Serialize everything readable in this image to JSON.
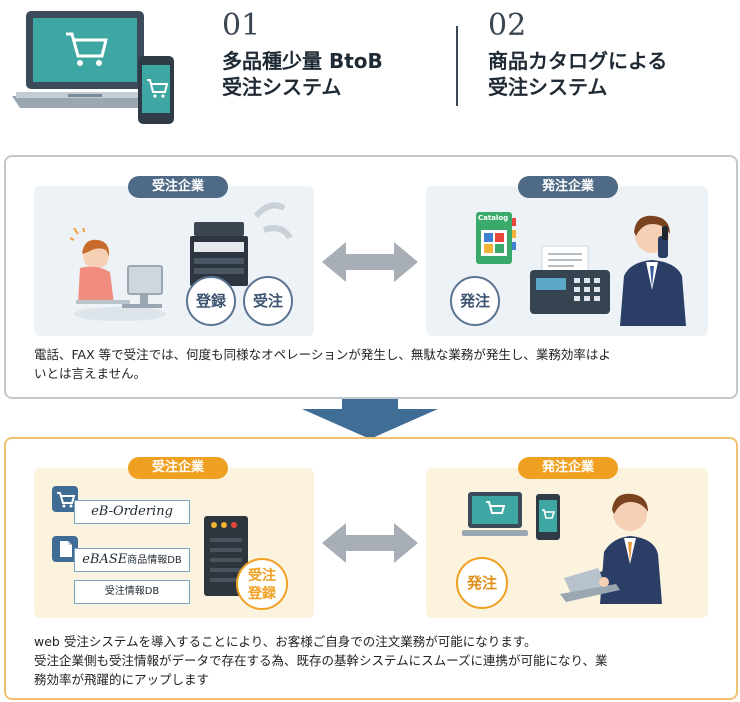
{
  "header": {
    "item1": {
      "number": "01",
      "title_line1": "多品種少量 BtoB",
      "title_line2": "受注システム"
    },
    "item2": {
      "number": "02",
      "title_line1": "商品カタログによる",
      "title_line2": "受注システム"
    }
  },
  "before": {
    "receiver_label": "受注企業",
    "sender_label": "発注企業",
    "register_label": "登録",
    "order_receive_label": "受注",
    "order_place_label": "発注",
    "catalog_text": "Catalog",
    "description_line1": "電話、FAX 等で受注では、何度も同様なオペレーションが発生し、無駄な業務が発生し、業務効率はよ",
    "description_line2": "いとは言えません。"
  },
  "after": {
    "receiver_label": "受注企業",
    "sender_label": "発注企業",
    "eb_ordering": "eB-Ordering",
    "ebase_prefix": "eBASE",
    "ebase_suffix": "商品情報DB",
    "order_db": "受注情報DB",
    "stamp_line1": "受注",
    "stamp_line2": "登録",
    "order_place_label": "発注",
    "description_line1": "web 受注システムを導入することにより、お客様ご自身での注文業務が可能になります。",
    "description_line2": "受注企業側も受注情報がデータで存在する為、既存の基幹システムにスムーズに連携が可能になり、業",
    "description_line3": "務効率が飛躍的にアップします"
  },
  "colors": {
    "navy_pill": "#4f6a86",
    "orange_pill": "#f0a020",
    "before_bg": "#edf2f7",
    "after_bg": "#fcf3df",
    "arrow": "#3f6d96"
  }
}
